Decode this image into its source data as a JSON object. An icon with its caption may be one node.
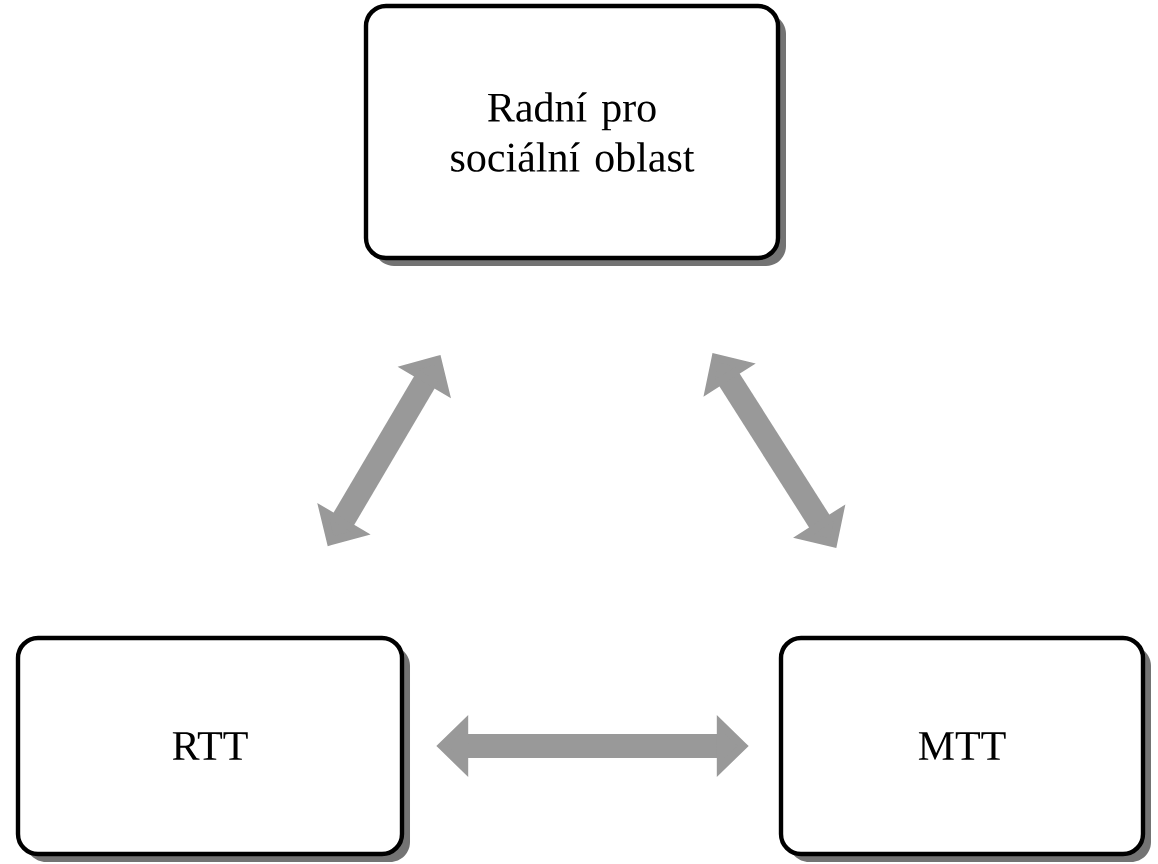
{
  "diagram": {
    "nodes": [
      {
        "text": [
          "Radní pro sociální oblast"
        ]
      },
      {
        "text": [
          "RTT"
        ]
      },
      {
        "text": [
          "MTT"
        ]
      }
    ],
    "edges": [
      {
        "from": 0,
        "to": 1,
        "arrow": "both"
      },
      {
        "from": 0,
        "to": 2,
        "arrow": "both"
      },
      {
        "from": 1,
        "to": 2,
        "arrow": "both"
      }
    ]
  }
}
